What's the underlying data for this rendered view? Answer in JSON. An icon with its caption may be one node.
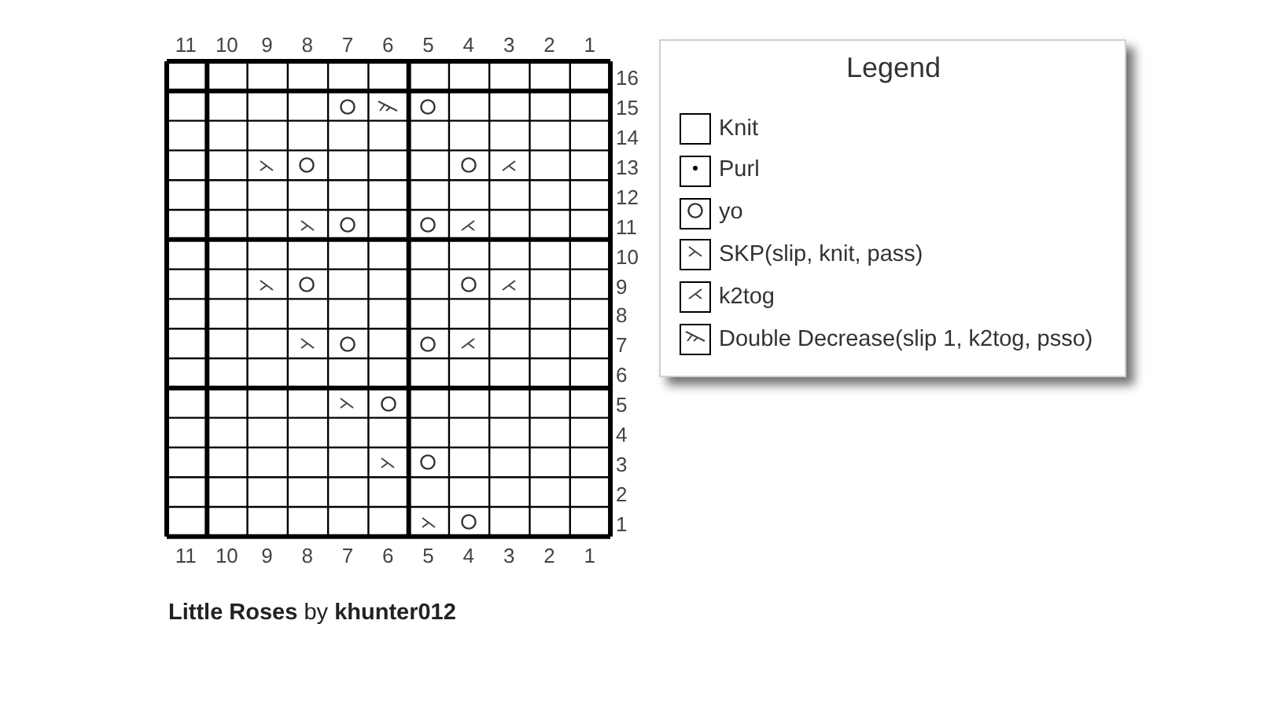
{
  "diagram": {
    "title": "**Little Roses** by **khunter012**",
    "labels": [
      "11",
      "10",
      "9",
      "8",
      "7",
      "6",
      "5",
      "4",
      "3",
      "2",
      "1",
      "Legend",
      "16",
      "15",
      "14",
      "13",
      "12",
      "11",
      "10",
      "9",
      "8",
      "7",
      "6",
      "5",
      "4",
      "3",
      "2",
      "1",
      "11",
      "10",
      "9",
      "8",
      "7",
      "6",
      "5",
      "4",
      "3",
      "2",
      "1"
    ],
    "legend": [
      {
        "text": "Knit"
      },
      {
        "text": "Purl"
      },
      {
        "text": "yo"
      },
      {
        "text": "SKP(slip, knit, pass)"
      },
      {
        "text": "k2tog"
      },
      {
        "text": "Double Decrease(slip 1, k2tog, psso)"
      }
    ]
  }
}
